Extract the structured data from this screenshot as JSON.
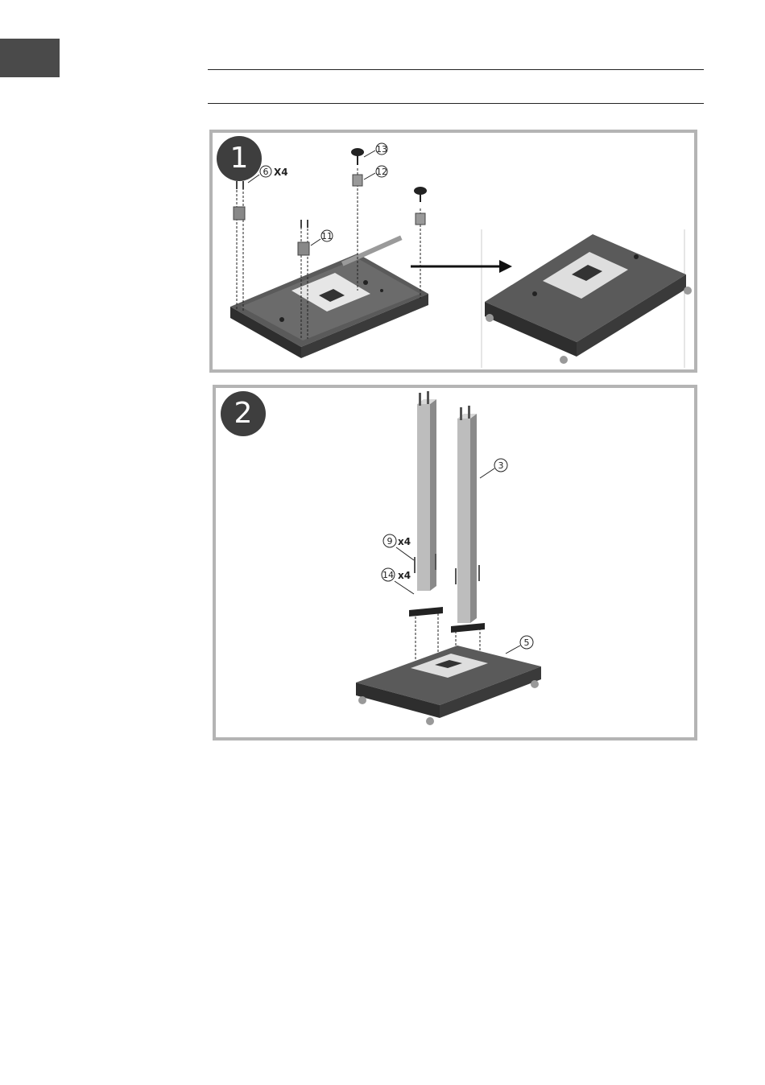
{
  "header": {
    "section_tab_text": ""
  },
  "step1": {
    "badge": "1",
    "callouts": {
      "part6": "6",
      "part6_qty": "X4",
      "part11": "11",
      "part12": "12",
      "part13": "13"
    }
  },
  "step2": {
    "badge": "2",
    "callouts": {
      "part3": "3",
      "part9": "9",
      "part9_qty": "x4",
      "part14": "14",
      "part14_qty": "x4",
      "part5": "5"
    }
  }
}
